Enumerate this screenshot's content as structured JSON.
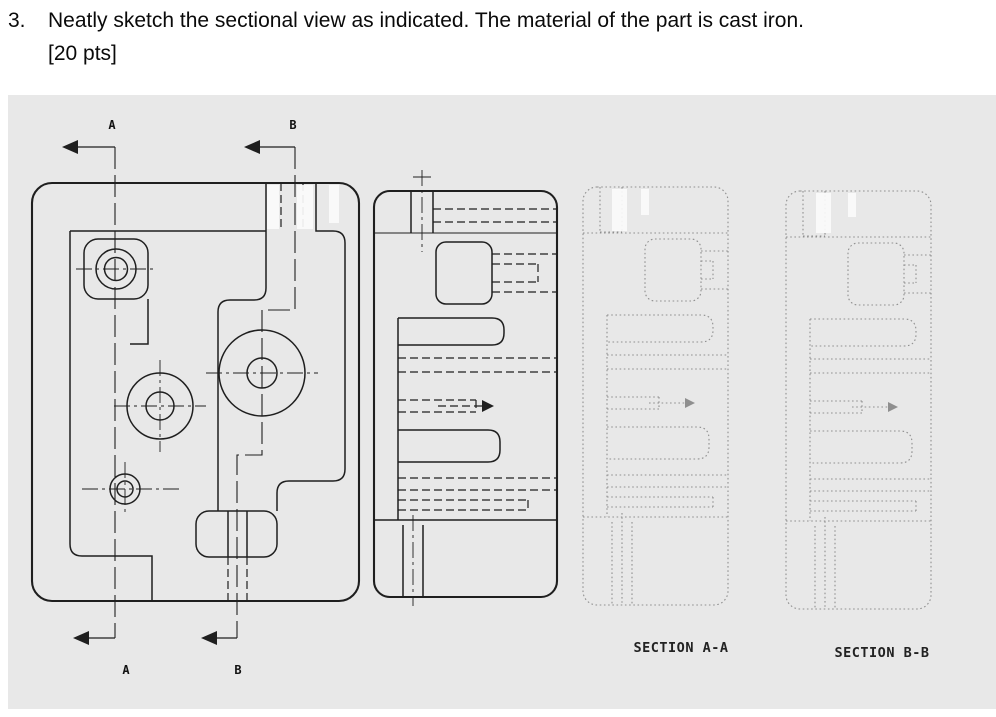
{
  "question": {
    "number": "3.",
    "text": "Neatly sketch the sectional view as indicated. The material of the part is cast iron.",
    "points": "[20 pts]"
  },
  "labels": {
    "a_top": "A",
    "b_top": "B",
    "a_bottom": "A",
    "b_bottom": "B"
  },
  "captions": {
    "section_aa": "SECTION A-A",
    "section_bb": "SECTION B-B"
  },
  "colors": {
    "page_bg": "#ffffff",
    "canvas_bg": "#e8e8e8",
    "line_color": "#1f1f1f",
    "template_color": "#8f8f8f"
  }
}
